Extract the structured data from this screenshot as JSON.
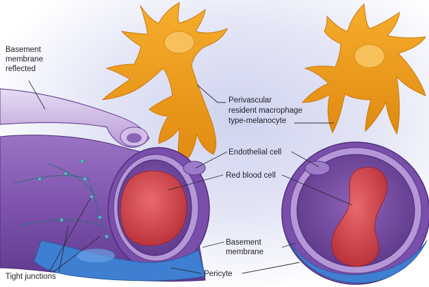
{
  "labels": {
    "basement_reflected": [
      "Basement",
      "membrane",
      "reflected"
    ],
    "macrophage": [
      "Perivascular",
      "resident macrophage",
      "type-melanocyte"
    ],
    "endothelial": "Endothelial cell",
    "red_blood_cell": "Red blood cell",
    "basement_membrane": [
      "Basement",
      "membrane"
    ],
    "tight_junctions": "Tight junctions",
    "pericyte": "Pericyte"
  },
  "colors": {
    "background_glow": "#dde0f3",
    "macrophage_orange": "#f0a020",
    "macrophage_nucleus": "#f7c05a",
    "basement_lavender": "#c3a9dc",
    "vessel_purple": "#8a5fb4",
    "vessel_dark": "#5f3a8c",
    "red_blood_cell": "#dd4a4e",
    "pericyte_blue": "#3f7fd2"
  }
}
